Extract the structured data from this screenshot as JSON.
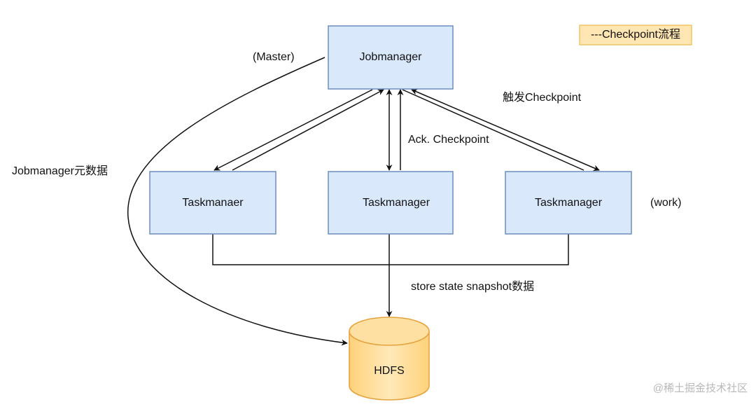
{
  "legend": {
    "label": "---Checkpoint流程"
  },
  "nodes": {
    "jobmanager": "Jobmanager",
    "taskmanager_left": "Taskmanaer",
    "taskmanager_center": "Taskmanager",
    "taskmanager_right": "Taskmanager",
    "hdfs": "HDFS"
  },
  "annotations": {
    "master": "(Master)",
    "work": "(work)",
    "trigger_checkpoint": "触发Checkpoint",
    "ack_checkpoint": "Ack. Checkpoint",
    "jobmanager_metadata": "Jobmanager元数据",
    "store_state": "store state snapshot数据"
  },
  "watermark": "@稀土掘金技术社区",
  "colors": {
    "node_fill": "#dae8fc",
    "node_stroke": "#6c8ebf",
    "db_fill": "#ffe0a3",
    "db_stroke": "#e6a23c",
    "legend_fill": "#ffe6b3",
    "legend_stroke": "#f0b84a"
  }
}
